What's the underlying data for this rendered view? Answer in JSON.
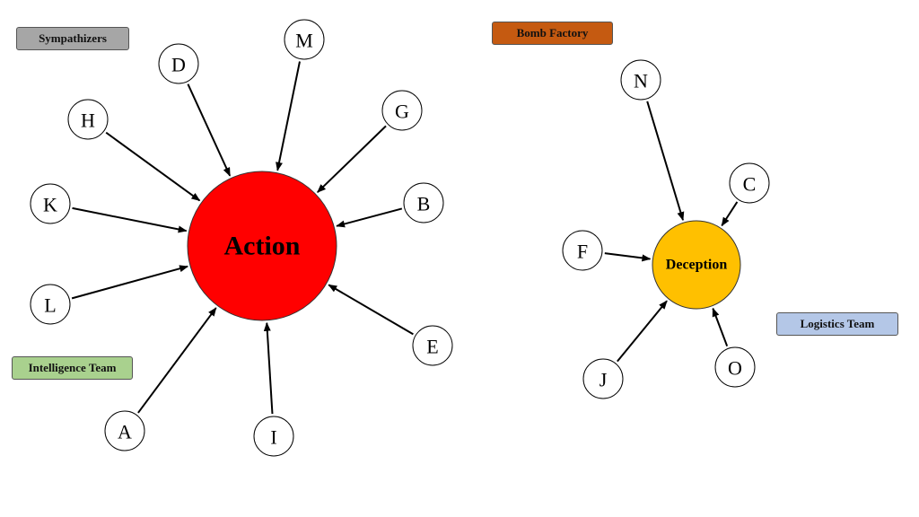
{
  "legends": {
    "sympathizers": {
      "label": "Sympathizers",
      "color": "#a6a6a6"
    },
    "bomb_factory": {
      "label": "Bomb Factory",
      "color": "#c55a11"
    },
    "intelligence_team": {
      "label": "Intelligence Team",
      "color": "#a9d18e"
    },
    "logistics_team": {
      "label": "Logistics Team",
      "color": "#b4c7e7"
    }
  },
  "hubs": {
    "action": {
      "label": "Action",
      "color": "#ff0000"
    },
    "deception": {
      "label": "Deception",
      "color": "#ffc000"
    }
  },
  "nodes": {
    "A": "A",
    "B": "B",
    "C": "C",
    "D": "D",
    "E": "E",
    "F": "F",
    "G": "G",
    "H": "H",
    "I": "I",
    "J": "J",
    "K": "K",
    "L": "L",
    "M": "M",
    "N": "N",
    "O": "O"
  },
  "edges": [
    {
      "from": "D",
      "to": "action"
    },
    {
      "from": "M",
      "to": "action"
    },
    {
      "from": "G",
      "to": "action"
    },
    {
      "from": "H",
      "to": "action"
    },
    {
      "from": "K",
      "to": "action"
    },
    {
      "from": "B",
      "to": "action"
    },
    {
      "from": "L",
      "to": "action"
    },
    {
      "from": "E",
      "to": "action"
    },
    {
      "from": "A",
      "to": "action"
    },
    {
      "from": "I",
      "to": "action"
    },
    {
      "from": "N",
      "to": "deception"
    },
    {
      "from": "C",
      "to": "deception"
    },
    {
      "from": "F",
      "to": "deception"
    },
    {
      "from": "J",
      "to": "deception"
    },
    {
      "from": "O",
      "to": "deception"
    }
  ]
}
